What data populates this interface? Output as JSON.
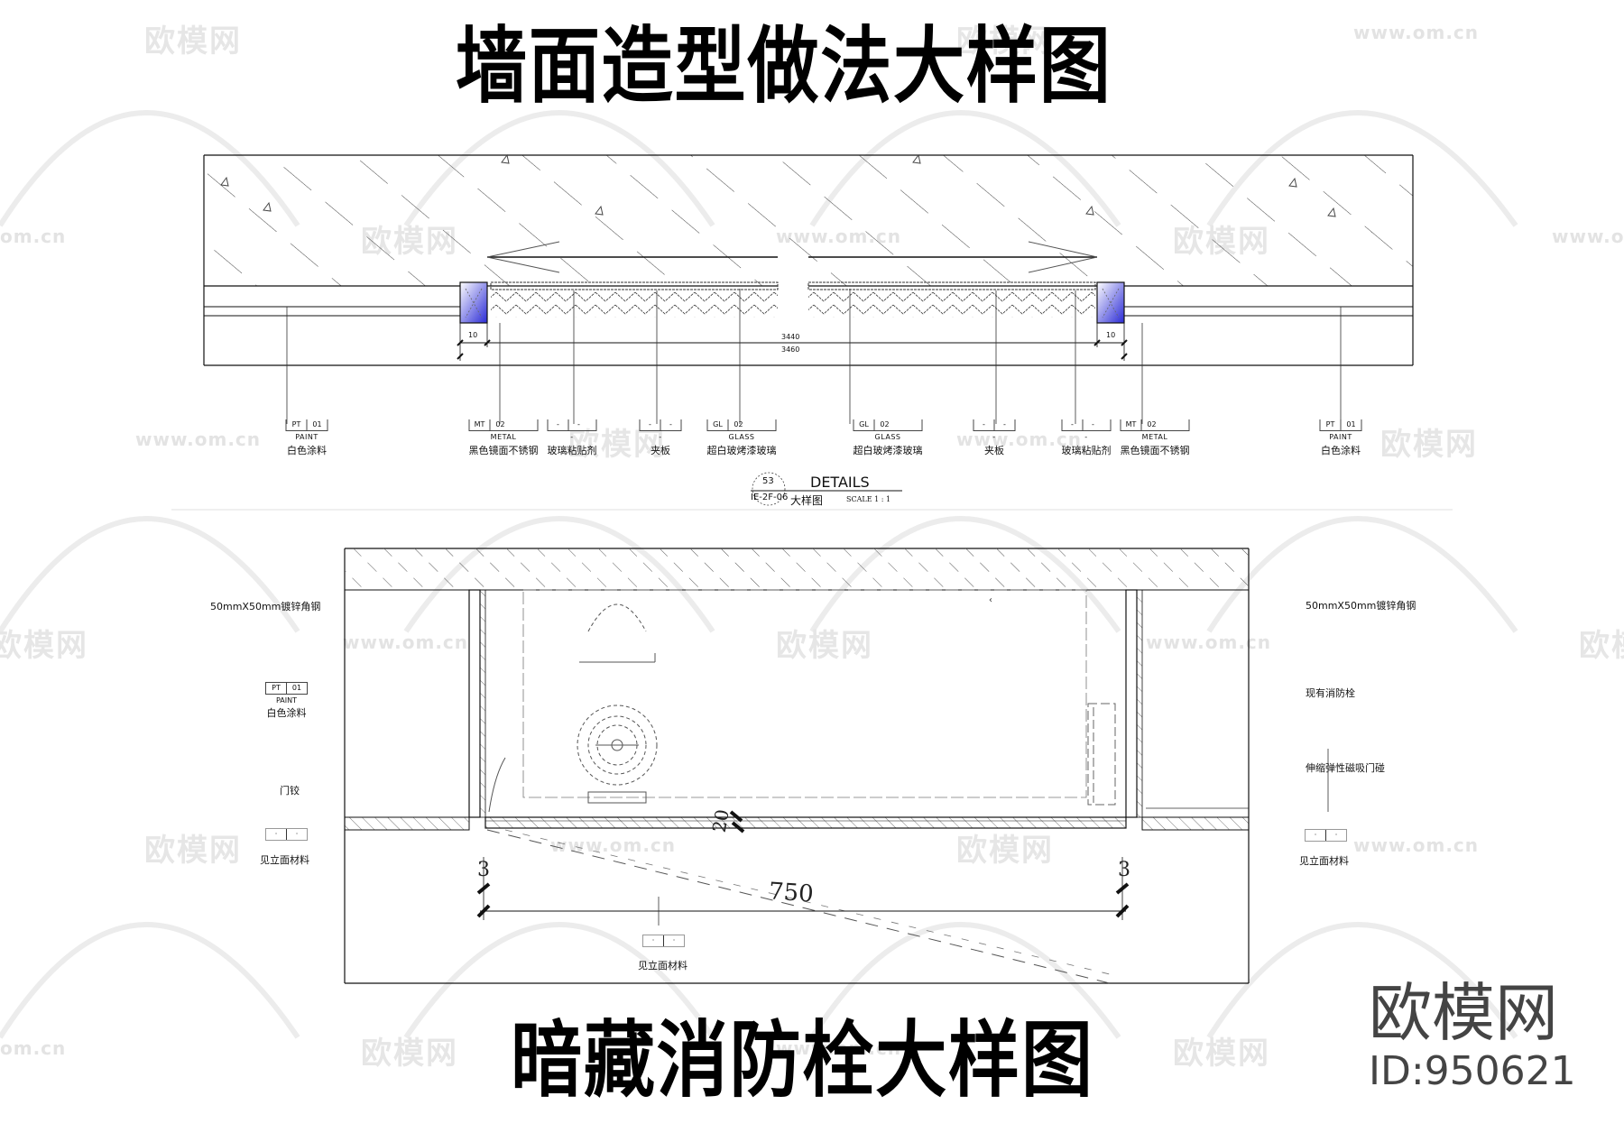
{
  "titles": {
    "top": "墙面造型做法大样图",
    "bottom": "暗藏消防栓大样图"
  },
  "brand": {
    "name": "欧模网",
    "id": "ID:950621"
  },
  "watermark": {
    "logo_text": "欧模网",
    "url": "www.om.cn",
    "url_short": "om.cn"
  },
  "detail1": {
    "dimensions": {
      "left_offset": "10",
      "right_offset": "10",
      "inner": "3440",
      "outer": "3460"
    },
    "callouts": [
      {
        "code": "PT",
        "num": "01",
        "material": "PAINT",
        "label": "白色涂料"
      },
      {
        "code": "MT",
        "num": "02",
        "material": "METAL",
        "label": "黑色镜面不锈钢"
      },
      {
        "code": "-",
        "num": "-",
        "material": "-",
        "label": "玻璃粘贴剂"
      },
      {
        "code": "-",
        "num": "-",
        "material": "-",
        "label": "夹板"
      },
      {
        "code": "GL",
        "num": "02",
        "material": "GLASS",
        "label": "超白玻烤漆玻璃"
      },
      {
        "code": "GL",
        "num": "02",
        "material": "GLASS",
        "label": "超白玻烤漆玻璃"
      },
      {
        "code": "-",
        "num": "-",
        "material": "-",
        "label": "夹板"
      },
      {
        "code": "-",
        "num": "-",
        "material": "-",
        "label": "玻璃粘贴剂"
      },
      {
        "code": "MT",
        "num": "02",
        "material": "METAL",
        "label": "黑色镜面不锈钢"
      },
      {
        "code": "PT",
        "num": "01",
        "material": "PAINT",
        "label": "白色涂料"
      }
    ]
  },
  "detail_tag": {
    "number": "53",
    "sheet": "IE-2F-06",
    "title_en": "DETAILS",
    "title_cn": "大样图",
    "scale": "SCALE 1 : 1"
  },
  "detail2": {
    "left_notes": {
      "steel": "50mmX50mm镀锌角钢",
      "paint_code": "PT",
      "paint_num": "01",
      "paint_mat": "PAINT",
      "paint_label": "白色涂料",
      "hinge": "门铰",
      "ref_label": "见立面材料"
    },
    "right_notes": {
      "steel": "50mmX50mm镀锌角钢",
      "hydrant": "现有消防栓",
      "door_stop": "伸缩弹性磁吸门碰",
      "ref_label": "见立面材料"
    },
    "bottom_ref_label": "见立面材料",
    "dimensions": {
      "width": "750",
      "left_gap": "3",
      "right_gap": "3",
      "door_thk": "20"
    }
  },
  "colors": {
    "line": "#111111",
    "hatch": "#555555",
    "blue_frame": "#2a2ad6",
    "watermark": "#e6e6e6",
    "brand_text": "#444444"
  }
}
